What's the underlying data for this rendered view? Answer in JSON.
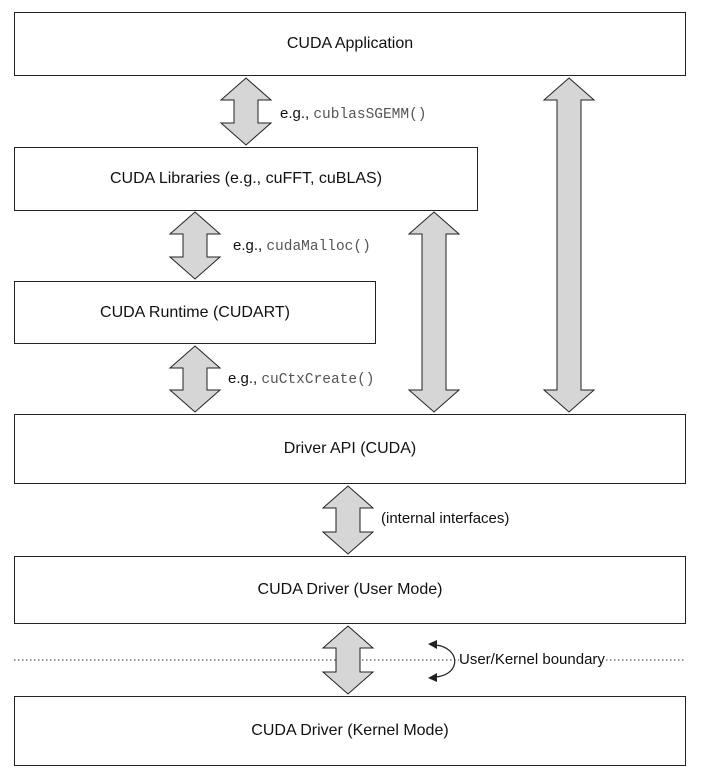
{
  "layers": {
    "app": "CUDA Application",
    "libs": "CUDA Libraries (e.g., cuFFT, cuBLAS)",
    "runtime": "CUDA Runtime (CUDART)",
    "driver_api": "Driver API (CUDA)",
    "driver_user": "CUDA Driver (User Mode)",
    "driver_kernel": "CUDA Driver (Kernel Mode)"
  },
  "interfaces": {
    "eg": "e.g., ",
    "app_libs_call": "cublasSGEMM()",
    "libs_runtime_call": "cudaMalloc()",
    "runtime_driver_call": "cuCtxCreate()",
    "internal": "(internal interfaces)",
    "boundary": "User/Kernel boundary"
  },
  "colors": {
    "arrow_fill": "#d6d6d6",
    "stroke": "#222222"
  }
}
